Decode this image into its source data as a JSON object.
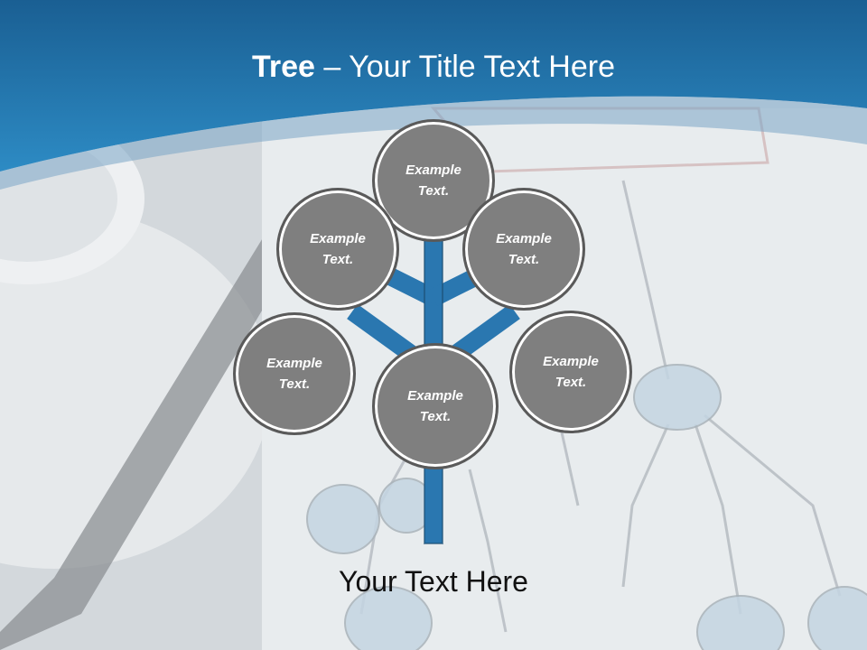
{
  "slide": {
    "title_bold": "Tree",
    "title_dash": " – ",
    "title_rest": "Your Title Text Here",
    "caption": "Your Text Here"
  },
  "colors": {
    "header_blue": "#1d6fa5",
    "trunk_blue": "#2a77b0",
    "node_fill": "#7f7f7f",
    "node_text": "#ffffff"
  },
  "nodes": [
    {
      "id": "top",
      "label": "Example\nText."
    },
    {
      "id": "upper-left",
      "label": "Example\nText."
    },
    {
      "id": "upper-right",
      "label": "Example\nText."
    },
    {
      "id": "middle-left",
      "label": "Example\nText."
    },
    {
      "id": "middle-right",
      "label": "Example\nText."
    },
    {
      "id": "center",
      "label": "Example\nText."
    }
  ]
}
